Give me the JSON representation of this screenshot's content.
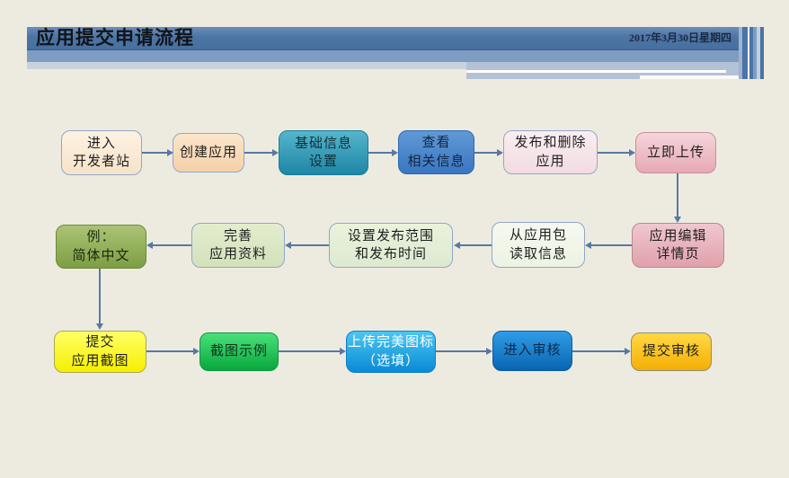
{
  "slide": {
    "title": "应用提交申请流程",
    "date": "2017年3月30日星期四"
  },
  "theme": {
    "background": "#edebe0",
    "banner_dark": "#4c74a4",
    "banner_mid": "#7e9dc3",
    "banner_light": "#c9d3e0",
    "banner_step": "#b3c2d6",
    "arrow": "#5878a2",
    "title_color": "#101418",
    "date_color": "#1b2940"
  },
  "flow": {
    "rows": [
      {
        "direction": "right",
        "nodes": [
          {
            "label": "进入\n开发者站",
            "bg": "#fdf2e2",
            "bg2": "#f6e3c8",
            "fg": "#1e1e1e",
            "border": "#93a6c8"
          },
          {
            "label": "创建应用",
            "bg": "#fce6cb",
            "bg2": "#f5d0a9",
            "fg": "#1e1e1e",
            "border": "#93a6c8"
          },
          {
            "label": "基础信息\n设置",
            "bg": "#55b6cb",
            "bg2": "#1e86a6",
            "fg": "#132e38",
            "border": "#1a7c9c"
          },
          {
            "label": "查看\n相关信息",
            "bg": "#6099d6",
            "bg2": "#3a76c1",
            "fg": "#10243f",
            "border": "#2f68b0"
          },
          {
            "label": "发布和删除\n应用",
            "bg": "#faeef1",
            "bg2": "#f1dbe1",
            "fg": "#1e1e1e",
            "border": "#93a6c8"
          },
          {
            "label": "立即上传",
            "bg": "#f5d5da",
            "bg2": "#e6a9b4",
            "fg": "#1e1e1e",
            "border": "#c6919b"
          }
        ]
      },
      {
        "direction": "left",
        "nodes": [
          {
            "label": "例：\n简体中文",
            "bg": "#abc475",
            "bg2": "#7d9e43",
            "fg": "#1c260e",
            "border": "#6c8a39"
          },
          {
            "label": "完善\n应用资料",
            "bg": "#e3edcf",
            "bg2": "#d3e1ba",
            "fg": "#1e1e1e",
            "border": "#93a6c8"
          },
          {
            "label": "设置发布范围\n和发布时间",
            "bg": "#eaf2dc",
            "bg2": "#dcead0",
            "fg": "#1e1e1e",
            "border": "#93a6c8"
          },
          {
            "label": "从应用包\n读取信息",
            "bg": "#f5f8ef",
            "bg2": "#edf3e3",
            "fg": "#1e1e1e",
            "border": "#93a6c8"
          },
          {
            "label": "应用编辑\n详情页",
            "bg": "#f0c7ce",
            "bg2": "#dfa1ac",
            "fg": "#1e1e1e",
            "border": "#bc8791"
          }
        ]
      },
      {
        "direction": "right",
        "nodes": [
          {
            "label": "提交\n应用截图",
            "bg": "#ffff66",
            "bg2": "#f6ef00",
            "fg": "#1e1e1e",
            "border": "#aaa94e"
          },
          {
            "label": "截图示例",
            "bg": "#4ae07a",
            "bg2": "#07a83d",
            "fg": "#10301c",
            "border": "#15954a"
          },
          {
            "label": "上传完美图标\n（选填）",
            "bg": "#4bc7f2",
            "bg2": "#0a8ad6",
            "fg": "#ffffff",
            "border": "#0f7fc2"
          },
          {
            "label": "进入审核",
            "bg": "#2f9ce7",
            "bg2": "#0965b1",
            "fg": "#0d2742",
            "border": "#0b5da2"
          },
          {
            "label": "提交审核",
            "bg": "#ffd943",
            "bg2": "#f4ae05",
            "fg": "#1e1e1e",
            "border": "#8d8d7a"
          }
        ]
      }
    ]
  }
}
